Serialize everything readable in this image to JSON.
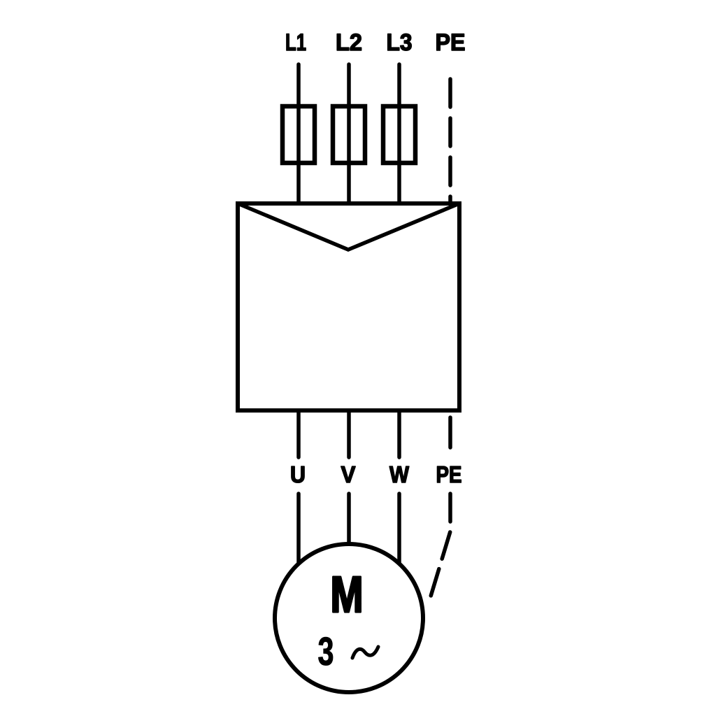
{
  "canvas": {
    "background": "#ffffff",
    "line_color": "#000000"
  },
  "input_terminals": [
    "L1",
    "L2",
    "L3",
    "PE"
  ],
  "output_terminals": [
    "U",
    "V",
    "W",
    "PE"
  ],
  "motor": {
    "label": "M",
    "phase_count": "3",
    "ac_symbol": "∼"
  },
  "components": {
    "fuse_count": 3,
    "drive_unit_symbol": "rectangle-with-chevron-notch",
    "motor_symbol": "circle-three-phase-ac-motor",
    "protective_earth_line_style": "dashed"
  }
}
